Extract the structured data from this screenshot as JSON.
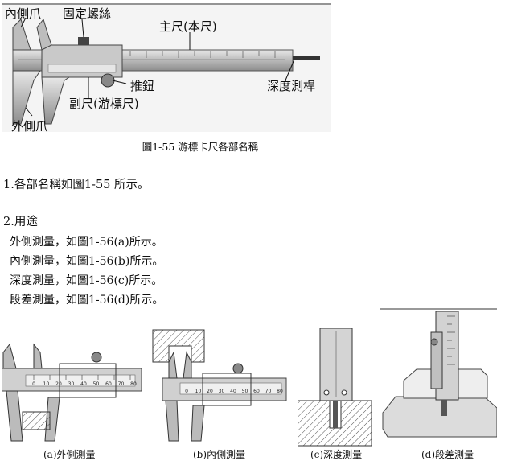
{
  "figure_155": {
    "labels": {
      "inner_jaw": "內側爪",
      "lock_screw": "固定螺絲",
      "main_scale": "主尺(本尺)",
      "thumb_knob": "推鈕",
      "vernier": "副尺(游標尺)",
      "depth_rod": "深度測桿",
      "outer_jaw": "外側爪"
    },
    "caption": "圖1-55  游標卡尺各部名稱"
  },
  "section1": "1.各部名稱如圖1-55 所示。",
  "section2": {
    "heading": "2.用途",
    "items": [
      "外側測量，如圖1-56(a)所示。",
      "內側測量，如圖1-56(b)所示。",
      "深度測量，如圖1-56(c)所示。",
      "段差測量，如圖1-56(d)所示。"
    ]
  },
  "figure_156": {
    "captions": [
      "(a)外側測量",
      "(b)內側測量",
      "(c)深度測量",
      "(d)段差測量"
    ]
  },
  "scale_digits": [
    "0",
    "10",
    "20",
    "30",
    "40",
    "50",
    "60",
    "70",
    "80"
  ]
}
